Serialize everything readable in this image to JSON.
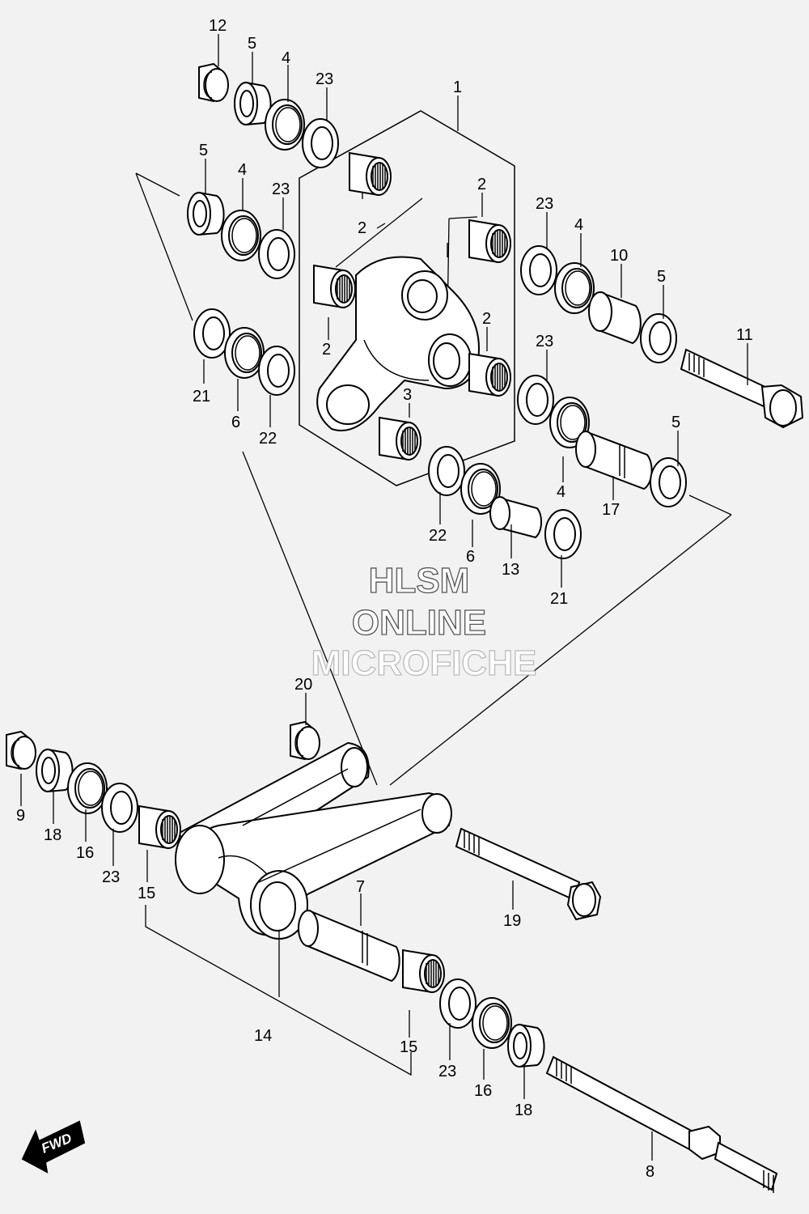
{
  "watermark": {
    "line1": "HLSM",
    "line2": "ONLINE",
    "line3": "MICROFICHE"
  },
  "fwd_label": "FWD",
  "callouts": [
    {
      "id": "c12a",
      "text": "12"
    },
    {
      "id": "c5a",
      "text": "5"
    },
    {
      "id": "c4a",
      "text": "4"
    },
    {
      "id": "c23a",
      "text": "23"
    },
    {
      "id": "c1",
      "text": "1"
    },
    {
      "id": "c5b",
      "text": "5"
    },
    {
      "id": "c4b",
      "text": "4"
    },
    {
      "id": "c23b",
      "text": "23"
    },
    {
      "id": "c2a",
      "text": "2"
    },
    {
      "id": "c2b",
      "text": "2"
    },
    {
      "id": "c2c",
      "text": "2"
    },
    {
      "id": "c2d",
      "text": "2"
    },
    {
      "id": "c3",
      "text": "3"
    },
    {
      "id": "c23c",
      "text": "23"
    },
    {
      "id": "c4c",
      "text": "4"
    },
    {
      "id": "c10",
      "text": "10"
    },
    {
      "id": "c5c",
      "text": "5"
    },
    {
      "id": "c11",
      "text": "11"
    },
    {
      "id": "c21a",
      "text": "21"
    },
    {
      "id": "c6a",
      "text": "6"
    },
    {
      "id": "c22a",
      "text": "22"
    },
    {
      "id": "c23d",
      "text": "23"
    },
    {
      "id": "c5d",
      "text": "5"
    },
    {
      "id": "c4d",
      "text": "4"
    },
    {
      "id": "c17",
      "text": "17"
    },
    {
      "id": "c22b",
      "text": "22"
    },
    {
      "id": "c6b",
      "text": "6"
    },
    {
      "id": "c13",
      "text": "13"
    },
    {
      "id": "c21b",
      "text": "21"
    },
    {
      "id": "c20",
      "text": "20"
    },
    {
      "id": "c9",
      "text": "9"
    },
    {
      "id": "c18a",
      "text": "18"
    },
    {
      "id": "c16a",
      "text": "16"
    },
    {
      "id": "c23e",
      "text": "23"
    },
    {
      "id": "c15a",
      "text": "15"
    },
    {
      "id": "c7",
      "text": "7"
    },
    {
      "id": "c19",
      "text": "19"
    },
    {
      "id": "c14",
      "text": "14"
    },
    {
      "id": "c15b",
      "text": "15"
    },
    {
      "id": "c23f",
      "text": "23"
    },
    {
      "id": "c16b",
      "text": "16"
    },
    {
      "id": "c18b",
      "text": "18"
    },
    {
      "id": "c8",
      "text": "8"
    }
  ]
}
